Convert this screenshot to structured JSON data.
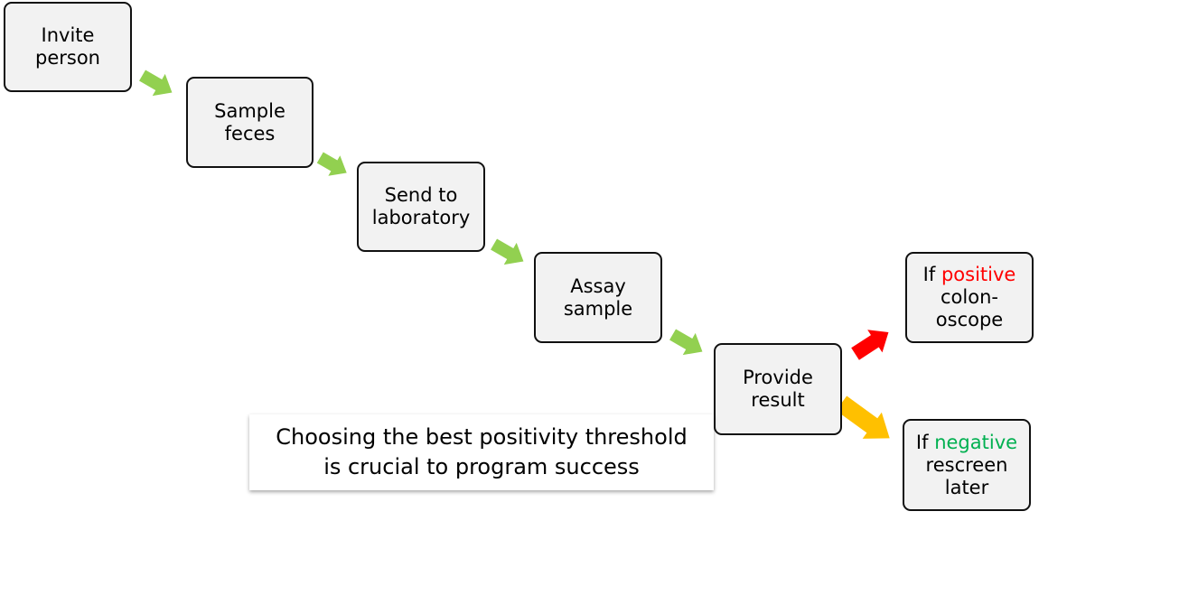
{
  "colors": {
    "flow_arrow": "#92d050",
    "positive_arrow": "#ff0000",
    "negative_arrow": "#ffc000",
    "positive_word": "#ff0000",
    "negative_word": "#00b050"
  },
  "steps": [
    {
      "lines": [
        "Invite",
        "person"
      ]
    },
    {
      "lines": [
        "Sample",
        "feces"
      ]
    },
    {
      "lines": [
        "Send to",
        "laboratory"
      ]
    },
    {
      "lines": [
        "Assay",
        "sample"
      ]
    },
    {
      "lines": [
        "Provide",
        "result"
      ]
    }
  ],
  "outcomes": {
    "positive": {
      "prefix": "If",
      "keyword": "positive",
      "lines": [
        "colon-",
        "oscope"
      ]
    },
    "negative": {
      "prefix": "If",
      "keyword": "negative",
      "lines": [
        "rescreen",
        "later"
      ]
    }
  },
  "note": {
    "lines": [
      "Choosing the best positivity threshold",
      "is crucial to program success"
    ]
  }
}
